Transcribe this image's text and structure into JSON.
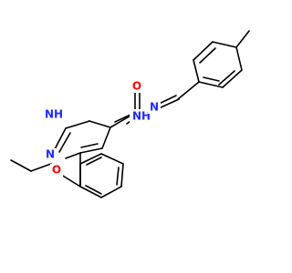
{
  "molecule": {
    "colors": {
      "carbon_bond": "#000000",
      "nitrogen": "#1f2bff",
      "oxygen": "#ff0000",
      "background": "#ffffff"
    },
    "labels": {
      "carbonyl_o": "O",
      "amide_nh": "NH",
      "imine_n": "N",
      "pyrazole_nh": "NH",
      "pyrazole_n": "N",
      "ether_o": "O"
    }
  }
}
